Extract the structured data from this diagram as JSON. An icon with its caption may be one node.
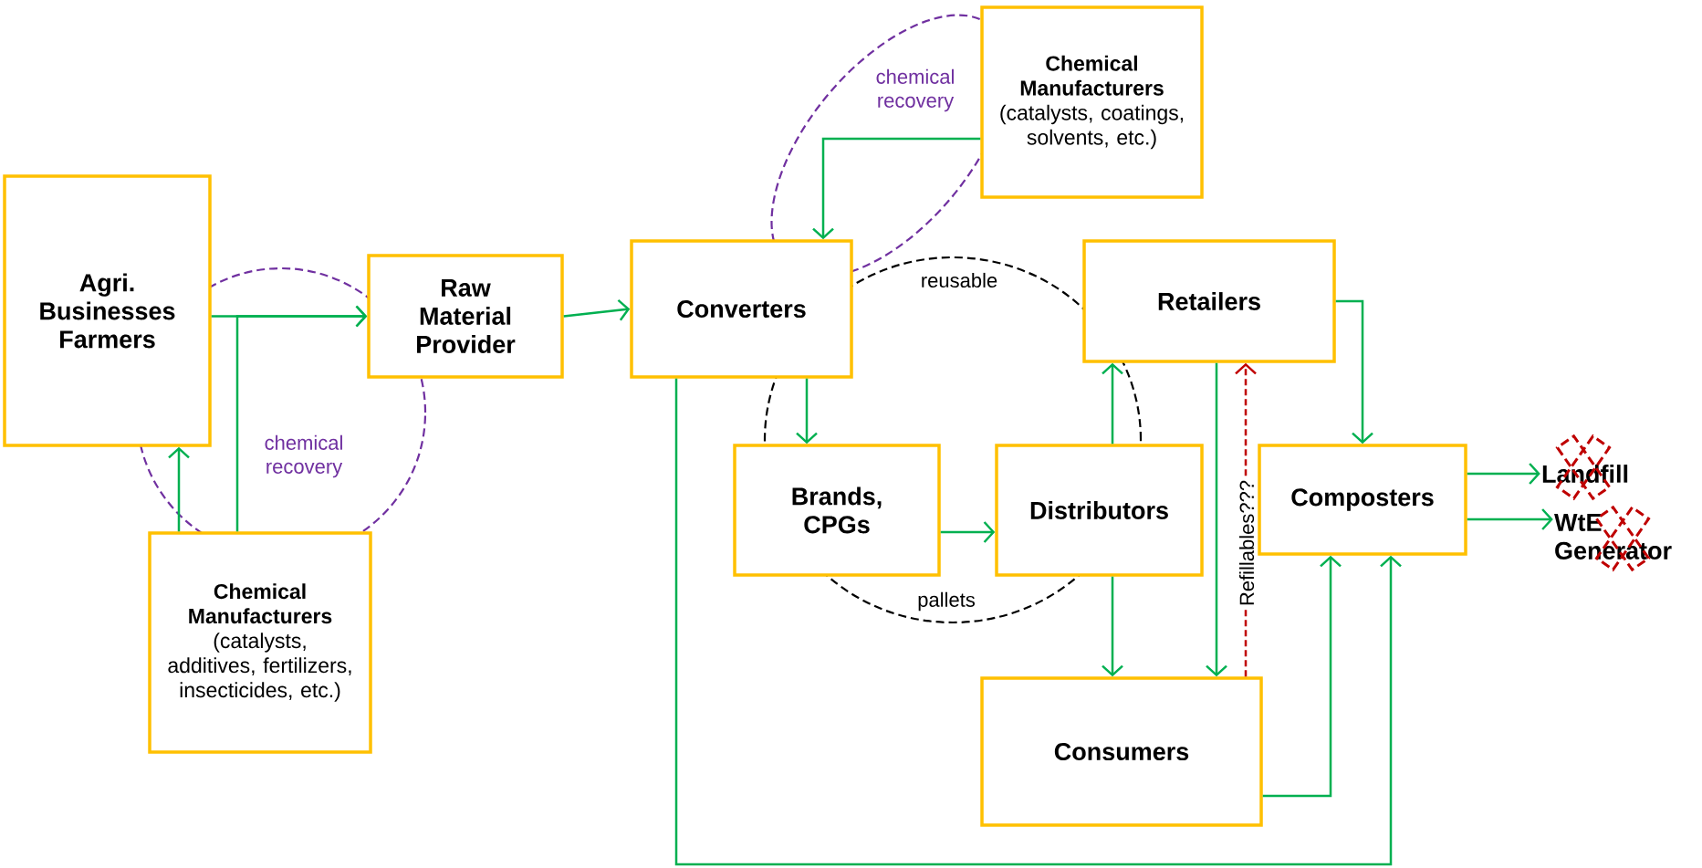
{
  "diagram": {
    "nodes": [
      {
        "text": [
          "Agri. Businesses Farmers"
        ]
      },
      {
        "text": [
          "Raw Material Provider"
        ]
      },
      {
        "text": [
          "**Chemical Manufacturers** (catalysts, additives, fertilizers, insecticides, etc.)"
        ]
      },
      {
        "text": [
          "Converters"
        ]
      },
      {
        "text": [
          "**Chemical Manufacturers** (catalysts, coatings, solvents, etc.)"
        ]
      },
      {
        "text": [
          "Retailers"
        ]
      },
      {
        "text": [
          "Brands, CPGs"
        ]
      },
      {
        "text": [
          "Distributors"
        ]
      },
      {
        "text": [
          "Composters"
        ]
      },
      {
        "text": [
          "Consumers"
        ]
      },
      {
        "text": [
          "Landfill"
        ]
      },
      {
        "text": [
          "WtE Generator"
        ]
      }
    ],
    "edges": [
      {
        "from": 0,
        "to": 1,
        "arrow": "to"
      },
      {
        "from": 2,
        "to": 1,
        "arrow": "to"
      },
      {
        "from": 2,
        "to": 0,
        "arrow": "to"
      },
      {
        "from": 1,
        "to": 3,
        "arrow": "to"
      },
      {
        "from": 4,
        "to": 3,
        "arrow": "to"
      },
      {
        "from": 3,
        "to": 6,
        "arrow": "to"
      },
      {
        "from": 6,
        "to": 7,
        "arrow": "to"
      },
      {
        "from": 7,
        "to": 5,
        "arrow": "to"
      },
      {
        "from": 7,
        "to": 9,
        "arrow": "to"
      },
      {
        "from": 5,
        "to": 9,
        "arrow": "to"
      },
      {
        "from": 9,
        "to": 5,
        "arrow": "to",
        "label": "Refillables???",
        "style": "dashed",
        "color": "#c00000"
      },
      {
        "from": 5,
        "to": 8,
        "arrow": "to"
      },
      {
        "from": 9,
        "to": 8,
        "arrow": "to"
      },
      {
        "from": 3,
        "to": 8,
        "arrow": "to"
      },
      {
        "from": 8,
        "to": 10,
        "arrow": "to"
      },
      {
        "from": 8,
        "to": 11,
        "arrow": "to"
      }
    ],
    "labels": [
      "chemical recovery",
      "reusable",
      "chemical recovery",
      "pallets"
    ]
  }
}
